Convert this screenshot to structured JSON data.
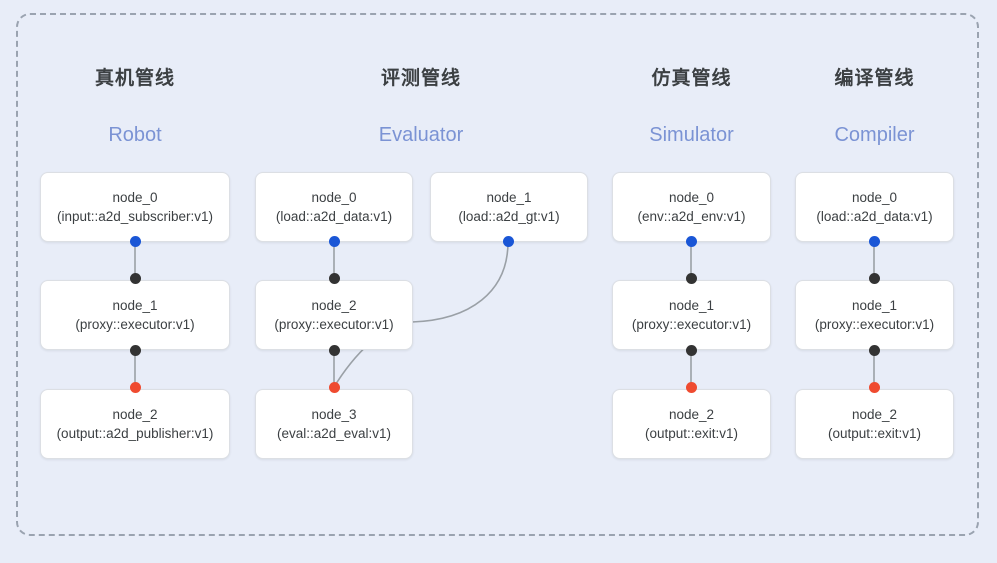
{
  "frame": {
    "style": "dashed-rounded-group",
    "border_color": "#9aa3b0",
    "background": "#e8edf8"
  },
  "palette": {
    "canvas": "#e8edf8",
    "node_bg": "#ffffff",
    "node_border": "#dcdfe4",
    "title_color": "#3c4043",
    "subtitle_color": "#7b93d4",
    "port_in": "#333333",
    "port_out": "#1a56d6",
    "port_terminal": "#ef4b30",
    "edge": "#9aa0a6"
  },
  "columns": [
    {
      "id": "robot",
      "title": "真机管线",
      "subtitle": "Robot",
      "nodes": [
        {
          "name": "node_0",
          "kind": "(input::a2d_subscriber:v1)"
        },
        {
          "name": "node_1",
          "kind": "(proxy::executor:v1)"
        },
        {
          "name": "node_2",
          "kind": "(output::a2d_publisher:v1)"
        }
      ]
    },
    {
      "id": "evaluator",
      "title": "评测管线",
      "subtitle": "Evaluator",
      "nodes": [
        {
          "name": "node_0",
          "kind": "(load::a2d_data:v1)"
        },
        {
          "name": "node_1",
          "kind": "(load::a2d_gt:v1)"
        },
        {
          "name": "node_2",
          "kind": "(proxy::executor:v1)"
        },
        {
          "name": "node_3",
          "kind": "(eval::a2d_eval:v1)"
        }
      ]
    },
    {
      "id": "simulator",
      "title": "仿真管线",
      "subtitle": "Simulator",
      "nodes": [
        {
          "name": "node_0",
          "kind": "(env::a2d_env:v1)"
        },
        {
          "name": "node_1",
          "kind": "(proxy::executor:v1)"
        },
        {
          "name": "node_2",
          "kind": "(output::exit:v1)"
        }
      ]
    },
    {
      "id": "compiler",
      "title": "编译管线",
      "subtitle": "Compiler",
      "nodes": [
        {
          "name": "node_0",
          "kind": "(load::a2d_data:v1)"
        },
        {
          "name": "node_1",
          "kind": "(proxy::executor:v1)"
        },
        {
          "name": "node_2",
          "kind": "(output::exit:v1)"
        }
      ]
    }
  ]
}
